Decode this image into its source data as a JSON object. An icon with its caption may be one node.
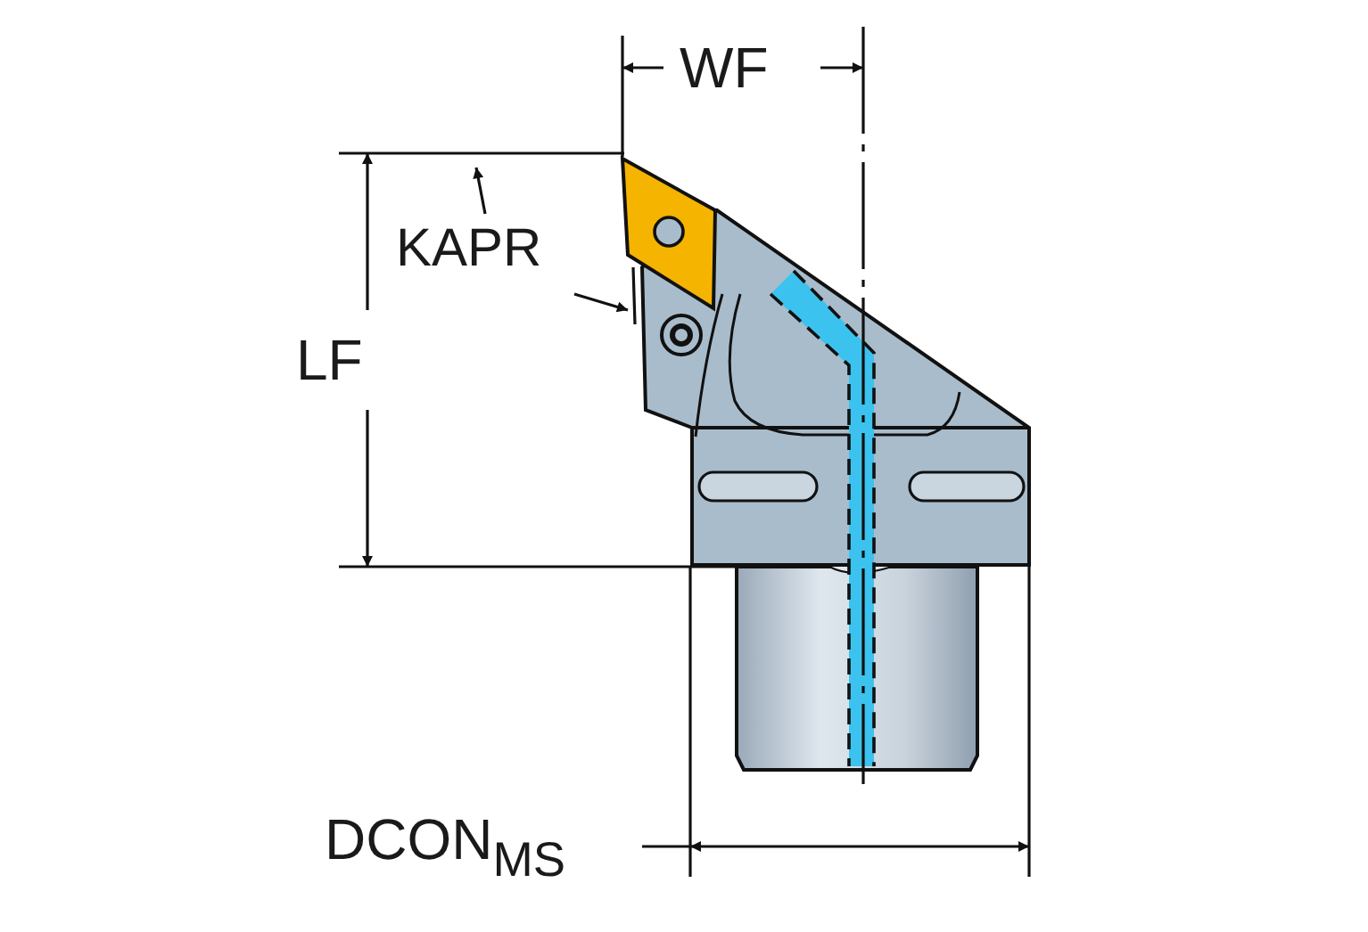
{
  "diagram": {
    "labels": [
      "WF",
      "KAPR",
      "LF",
      "DCON$_{MS}$"
    ]
  }
}
